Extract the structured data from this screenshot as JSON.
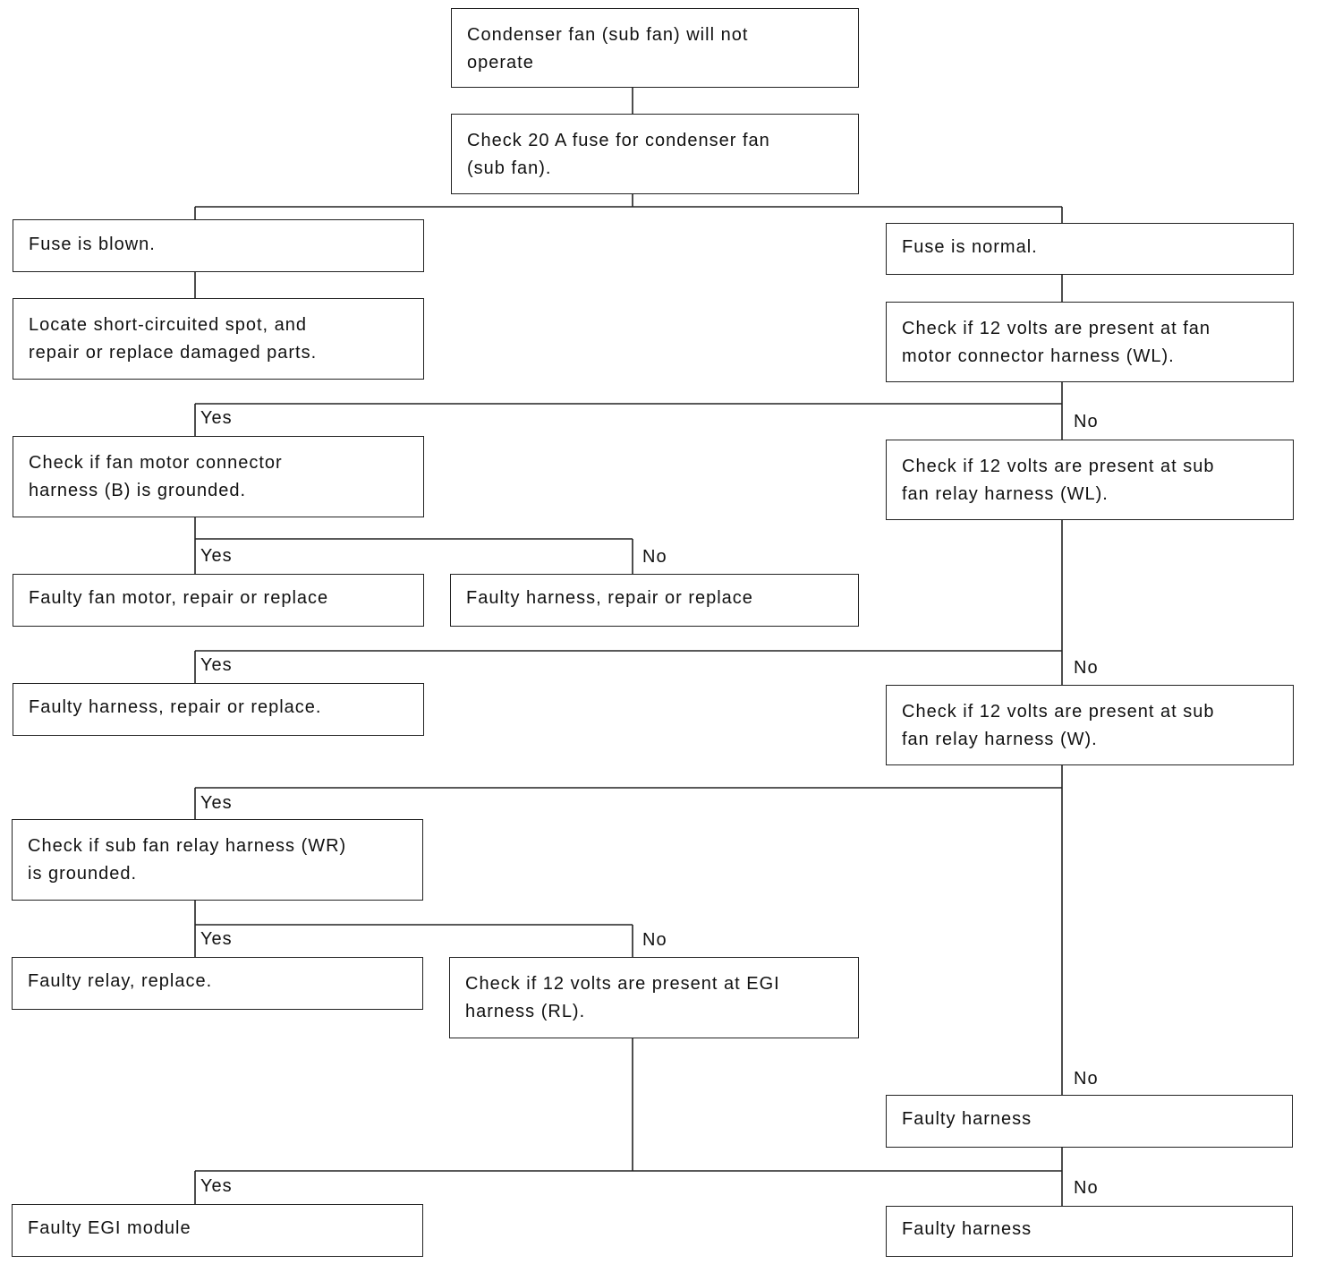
{
  "flowchart": {
    "nodes": {
      "n1": "Condenser fan (sub fan) will not\noperate",
      "n2": "Check 20 A fuse for condenser fan\n(sub fan).",
      "n3": "Fuse is blown.",
      "n4": "Fuse is normal.",
      "n5": "Locate short-circuited spot, and\nrepair or replace damaged parts.",
      "n6": "Check if 12 volts are present at fan\nmotor connector harness (WL).",
      "n7": "Check if fan motor connector\nharness (B) is grounded.",
      "n8": "Check if 12 volts are present at sub\nfan relay harness (WL).",
      "n9": "Faulty fan motor, repair or replace",
      "n10": "Faulty harness, repair or replace",
      "n11": "Faulty harness, repair or replace.",
      "n12": "Check if 12 volts are present at sub\nfan relay harness (W).",
      "n13": "Check if sub fan relay harness (WR)\nis grounded.",
      "n14": "Faulty relay, replace.",
      "n15": "Check if 12 volts are present at EGI\nharness (RL).",
      "n16": "Faulty harness",
      "n17": "Faulty EGI module",
      "n18": "Faulty harness"
    },
    "branch_labels": {
      "yes": "Yes",
      "no": "No"
    },
    "colors": {
      "line": "#222222",
      "text": "#111111",
      "background": "#ffffff"
    }
  }
}
